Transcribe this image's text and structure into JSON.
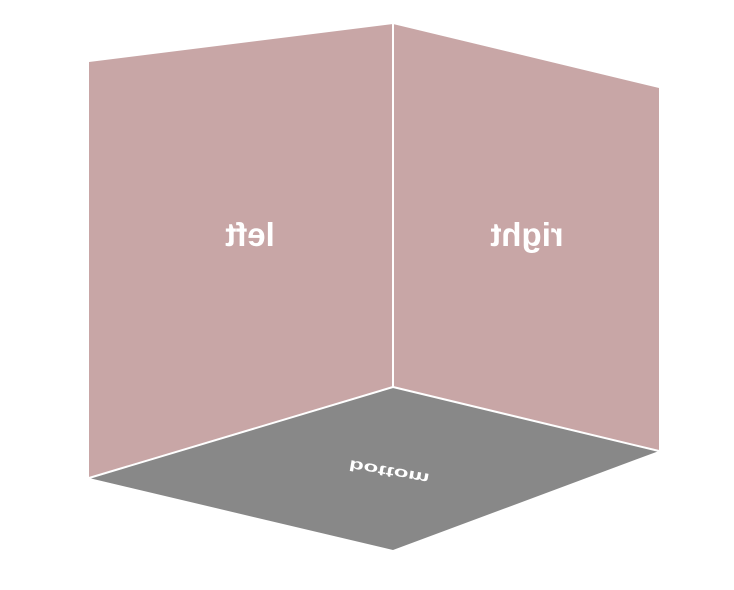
{
  "faces": {
    "left": {
      "label": "left",
      "color": "#c8a6a6"
    },
    "right": {
      "label": "right",
      "color": "#c8a6a6"
    },
    "bottom": {
      "label": "bottom",
      "color": "#888888"
    }
  },
  "edge_color": "#ffffff",
  "background": "#ffffff"
}
